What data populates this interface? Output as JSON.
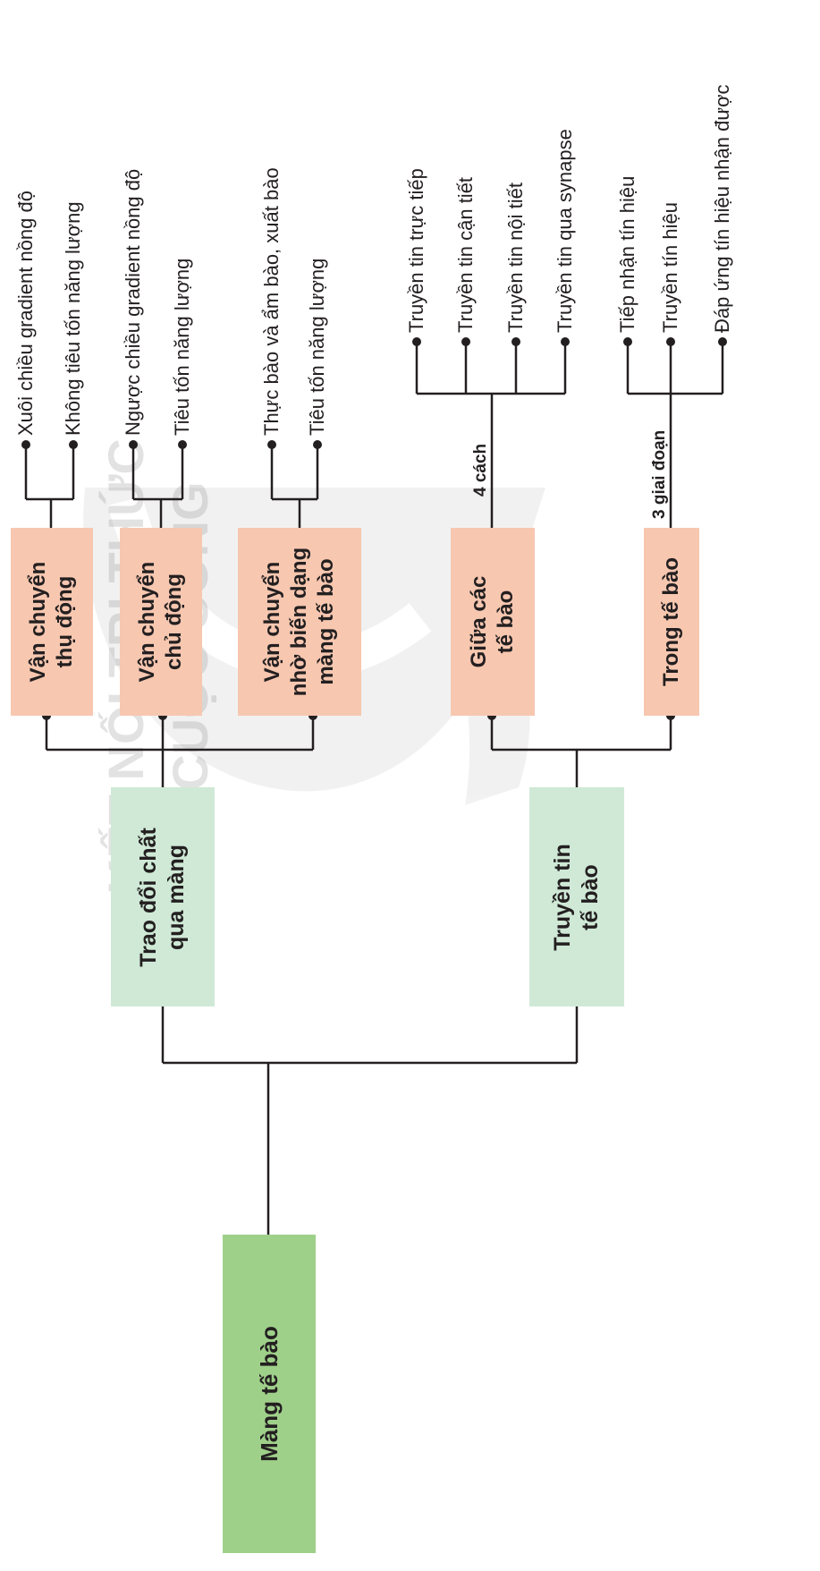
{
  "watermark": {
    "line1": "KẾT NỐI TRI THỨC",
    "line2": "VỚI CUỘC SỐNG"
  },
  "root": {
    "label": "Màng tế bào"
  },
  "branch1": {
    "line1": "Trao đổi chất",
    "line2": "qua màng",
    "children": [
      {
        "line1": "Vận chuyển",
        "line2": "thụ động",
        "line3": "",
        "leaves": [
          "Xuôi chiều gradient nồng độ",
          "Không tiêu tốn năng lượng"
        ]
      },
      {
        "line1": "Vận chuyển",
        "line2": "chủ động",
        "line3": "",
        "leaves": [
          "Ngược chiều gradient nồng độ",
          "Tiêu tốn năng lượng"
        ]
      },
      {
        "line1": "Vận chuyển",
        "line2": "nhờ biến dạng",
        "line3": "màng tế bào",
        "leaves": [
          "Thực bào và ẩm bào, xuất bào",
          "Tiêu tốn năng lượng"
        ]
      }
    ]
  },
  "branch2": {
    "line1": "Truyền tin",
    "line2": "tế bào",
    "children": [
      {
        "line1": "Giữa các",
        "line2": "tế bào",
        "edge_label": "4 cách",
        "leaves": [
          "Truyền tin trực tiếp",
          "Truyền tin cận tiết",
          "Truyền tin nội tiết",
          "Truyền tin qua synapse"
        ]
      },
      {
        "line1": "Trong tế bào",
        "line2": "",
        "edge_label": "3 giai đoạn",
        "leaves": [
          "Tiếp nhận tín hiệu",
          "Truyền tín hiệu",
          "Đáp ứng tín hiệu nhận được"
        ]
      }
    ]
  },
  "colors": {
    "root": "#9fd08a",
    "level1": "#cfe9d6",
    "level2": "#f7c7b0",
    "line": "#231f20"
  }
}
